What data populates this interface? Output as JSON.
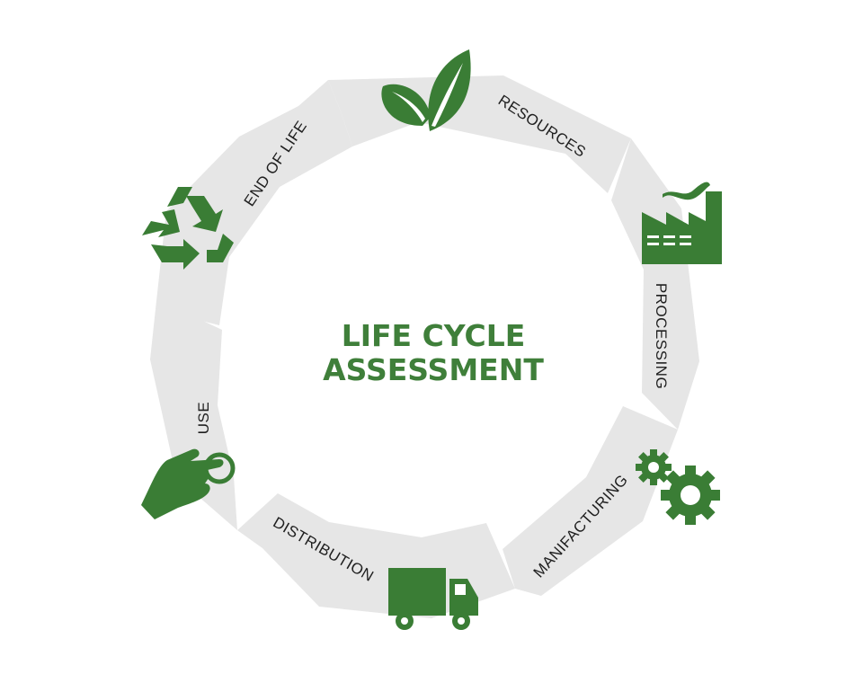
{
  "title": {
    "line1": "LIFE CYCLE",
    "line2": "ASSESSMENT"
  },
  "colors": {
    "accent": "#3a7d35",
    "title": "#3f7f3a",
    "ring": "#e6e6e6",
    "label": "#1f1f1f"
  },
  "stages": [
    {
      "label": "RESOURCES",
      "icon": "leaves-icon"
    },
    {
      "label": "PROCESSING",
      "icon": "factory-icon"
    },
    {
      "label": "MANIFACTURING",
      "icon": "gears-icon"
    },
    {
      "label": "DISTRIBUTION",
      "icon": "truck-icon"
    },
    {
      "label": "USE",
      "icon": "hand-pointer-icon"
    },
    {
      "label": "END OF LIFE",
      "icon": "recycle-icon"
    }
  ]
}
